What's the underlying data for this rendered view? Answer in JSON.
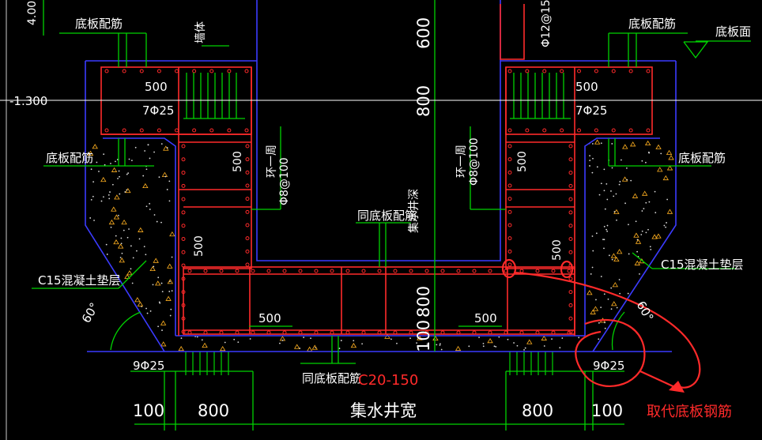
{
  "colors": {
    "background": "#000000",
    "rebar": "#ff2a2a",
    "outline": "#3b3bff",
    "leader": "#00d200",
    "text": "#ffffff",
    "annotation": "#ff2a2a"
  },
  "labels": {
    "bottom_slab_rebar_top_left": "底板配筋",
    "bottom_slab_rebar_top_right": "底板配筋",
    "wall": "墙体",
    "slab_face": "底板面",
    "bottom_slab_rebar_left": "底板配筋",
    "bottom_slab_rebar_right": "底板配筋",
    "same_slab_rebar_mid": "同底板配筋",
    "same_slab_rebar_bottom": "同底板配筋",
    "cushion_left": "C15混凝土垫层",
    "cushion_right": "C15混凝土垫层",
    "sump_depth": "集水井深",
    "sump_width": "集水井宽",
    "stirrup_left_a": "环一周",
    "stirrup_left_b": "Φ8@100",
    "stirrup_right_a": "环一周",
    "stirrup_right_b": "Φ8@100",
    "rebar_top_right_vertical": "Φ12@15",
    "bars_left": "7Φ25",
    "bars_right": "7Φ25",
    "bars_bottom_left": "9Φ25",
    "bars_bottom_right": "9Φ25",
    "angle_left": "60°",
    "angle_right": "60°",
    "elevation": "-1.300",
    "elevation_top": "4.00",
    "c20_note": "C20-150",
    "replace_note": "取代底板钢筋"
  },
  "dimensions": {
    "v_600": "600",
    "v_800_top": "800",
    "v_800_bottom": "800",
    "v_100": "100",
    "d_500_left_top": "500",
    "d_500_right_top": "500",
    "d_500_left_mid": "500",
    "d_500_right_mid": "500",
    "d_500_left_low": "500",
    "d_500_right_low": "500",
    "d_500_bottom_left": "500",
    "d_500_bottom_right": "500",
    "b_100_left": "100",
    "b_800_left": "800",
    "b_800_right": "800",
    "b_100_right": "100"
  }
}
